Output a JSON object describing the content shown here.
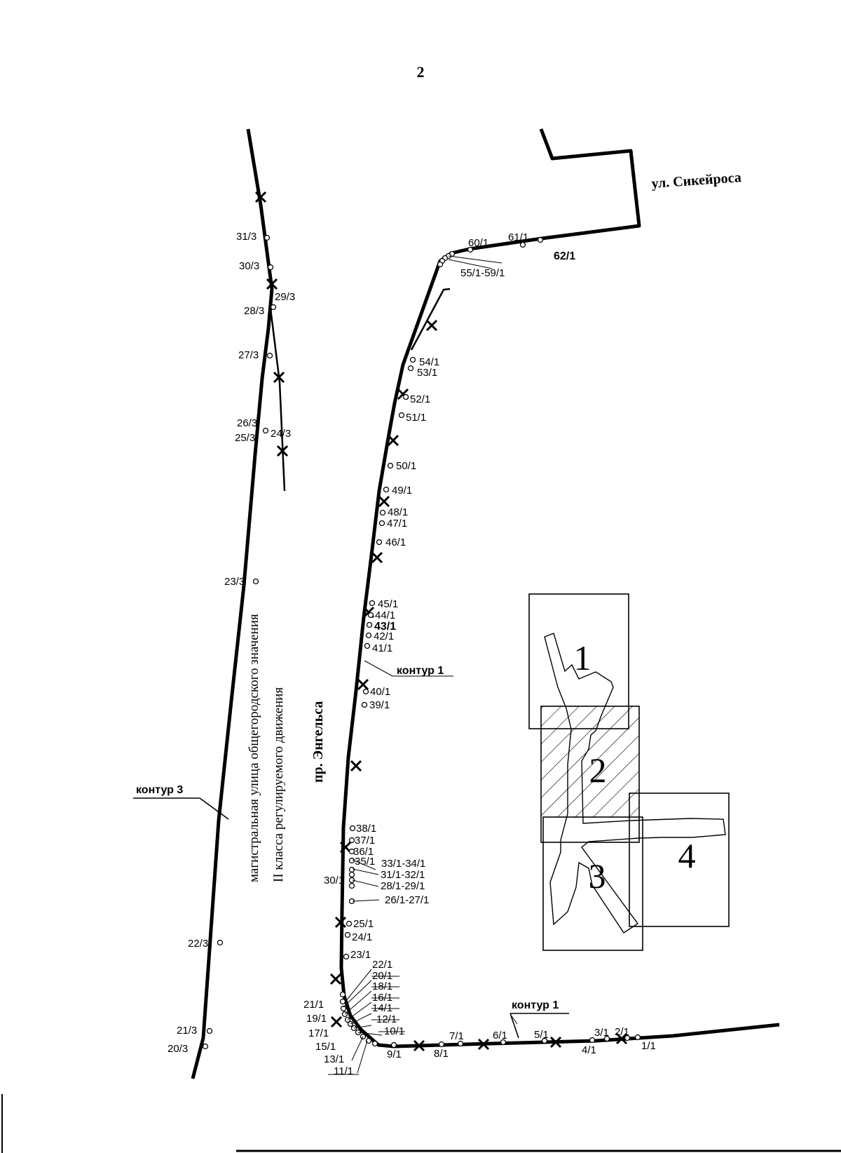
{
  "page_number": "2",
  "streets": {
    "siqueiros": "ул. Сикейроса",
    "engels_line1": "магистральная улица общегородского значения",
    "engels_line2": "II класса регулируемого движения",
    "engels_line3": "пр. Энгельса"
  },
  "contours": {
    "c1_upper": "контур 1",
    "c1_lower": "контур 1",
    "c3": "контур 3"
  },
  "index_sheets": [
    "1",
    "2",
    "3",
    "4"
  ],
  "points": {
    "p31_3": "31/3",
    "p30_3": "30/3",
    "p29_3": "29/3",
    "p28_3": "28/3",
    "p27_3": "27/3",
    "p26_3": "26/3",
    "p25_3": "25/3",
    "p24_3": "24/3",
    "p23_3": "23/3",
    "p22_3": "22/3",
    "p21_3": "21/3",
    "p20_3": "20/3",
    "p62_1": "62/1",
    "p61_1": "61/1",
    "p60_1": "60/1",
    "p55_59": "55/1-59/1",
    "p54_1": "54/1",
    "p53_1": "53/1",
    "p52_1": "52/1",
    "p51_1": "51/1",
    "p50_1": "50/1",
    "p49_1": "49/1",
    "p48_1": "48/1",
    "p47_1": "47/1",
    "p46_1": "46/1",
    "p45_1": "45/1",
    "p44_1": "44/1",
    "p43_1": "43/1",
    "p42_1": "42/1",
    "p41_1": "41/1",
    "p40_1": "40/1",
    "p39_1": "39/1",
    "p38_1": "38/1",
    "p37_1": "37/1",
    "p36_1": "36/1",
    "p35_1": "35/1",
    "p33_34": "33/1-34/1",
    "p31_32": "31/1-32/1",
    "p30_1": "30/1",
    "p28_29": "28/1-29/1",
    "p26_27": "26/1-27/1",
    "p25_1": "25/1",
    "p24_1": "24/1",
    "p23_1": "23/1",
    "p22_1": "22/1",
    "p21_1": "21/1",
    "p20_1": "20/1",
    "p19_1": "19/1",
    "p18_1": "18/1",
    "p17_1": "17/1",
    "p16_1": "16/1",
    "p15_1": "15/1",
    "p14_1": "14/1",
    "p13_1": "13/1",
    "p12_1": "12/1",
    "p11_1": "11/1",
    "p10_1": "10/1",
    "p9_1": "9/1",
    "p8_1": "8/1",
    "p7_1": "7/1",
    "p6_1": "6/1",
    "p5_1": "5/1",
    "p4_1": "4/1",
    "p3_1": "3/1",
    "p2_1": "2/1",
    "p1_1": "1/1"
  }
}
